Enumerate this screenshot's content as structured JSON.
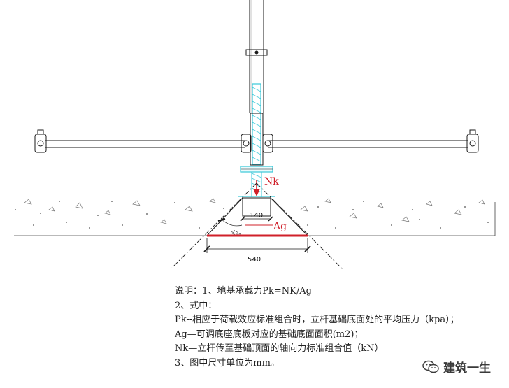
{
  "diagram": {
    "label_nk": "Nk",
    "label_ag": "Ag",
    "dim_top": "140",
    "dim_bottom": "540",
    "angle": "45°"
  },
  "notes": [
    "说明：1、地基承载力Pk=NK/Ag",
    "2、式中：",
    "Pk--相应于荷载效应标准组合时，立杆基础底面处的平均压力（kpa）；",
    "Ag—可调底座底板对应的基础底面面积(m2)；",
    "Nk—立杆传至基础顶面的轴向力标准组合值（kN）",
    "3、图中尺寸单位为mm。"
  ],
  "watermark": {
    "text": "建筑一生",
    "icon": "wechat-icon"
  },
  "colors": {
    "line": "#1a1a1a",
    "red": "#d0202a",
    "cyan": "#38c7d8"
  }
}
